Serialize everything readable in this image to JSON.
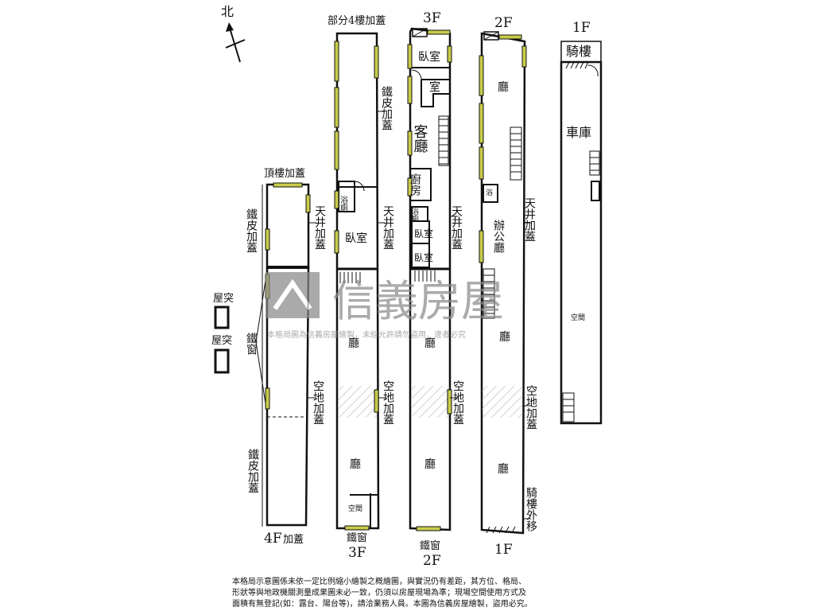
{
  "compass": {
    "north": "北"
  },
  "plans": [
    {
      "level": "4F",
      "title": "頂樓加蓋",
      "footer": "4F",
      "footer_suffix": "加蓋",
      "labels": [
        "鐵皮加蓋",
        "天井加蓋",
        "鐵窗",
        "空地加蓋",
        "鐵皮加蓋"
      ]
    },
    {
      "level": "3F-extension",
      "title": "部分4樓加蓋",
      "footer": "3F",
      "footer_top": "鐵窗",
      "labels": [
        "鐵皮加蓋",
        "浴廁",
        "臥室",
        "天井加蓋",
        "廳",
        "空地加蓋",
        "廳",
        "空間"
      ]
    },
    {
      "level": "2F",
      "title": "3F",
      "footer": "2F",
      "footer_top": "鐵窗",
      "labels": [
        "臥室",
        "室",
        "客廳",
        "廚房",
        "浴廁",
        "臥室",
        "臥室",
        "天井加蓋",
        "廳",
        "空地加蓋",
        "廳"
      ]
    },
    {
      "level": "1F",
      "title": "2F",
      "footer": "1F",
      "labels": [
        "廳",
        "浴",
        "辦公廳",
        "天井加蓋",
        "廳",
        "空地加蓋",
        "廳",
        "騎樓外移"
      ]
    },
    {
      "level": "ground",
      "title": "1F",
      "labels": [
        "騎樓",
        "車庫",
        "空間"
      ]
    }
  ],
  "roof_protrusions": [
    "屋突",
    "屋突"
  ],
  "watermark": {
    "brand": "信義房屋",
    "note": "本格局圖為信義房屋繪製，未經允許請勿盜用，違者必究"
  },
  "disclaimer": [
    "本格局示意圖係未依一定比例縮小繪製之概繪圖，與實況仍有差距，其方位、格局、",
    "形狀等與地政機關測量成果圖未必一致，仍須以房屋現場為準；現場空間使用方式及",
    "面積有無登記(如：露台、陽台等)，請洽業務人員。本圖為信義房屋繪製，盜用必究。"
  ],
  "colors": {
    "wall": "#111111",
    "window": "#c8cc4a",
    "watermark": "#8a8a8a"
  }
}
